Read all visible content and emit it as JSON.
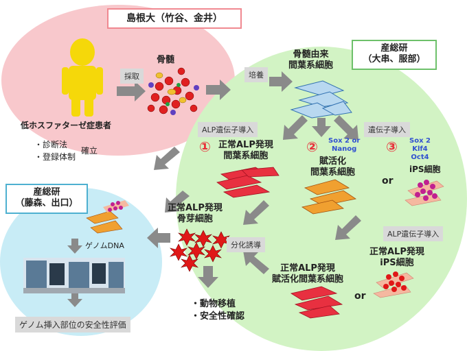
{
  "shimane": {
    "box_title": "島根大（竹谷、金井）",
    "patient": "低ホスファターゼ症患者",
    "bone_marrow": "骨髄",
    "collect": "採取",
    "diagnosis": "・診断法",
    "registry": "・登録体制",
    "establish": "確立"
  },
  "aist_main": {
    "box_title_line1": "産総研",
    "box_title_line2": "（大串、服部）",
    "culture": "培養",
    "msc_line1": "骨髄由来",
    "msc_line2": "間葉系細胞",
    "alp_gene_transfer": "ALP遺伝子導入",
    "gene_transfer": "遺伝子導入",
    "num1": "①",
    "num2": "②",
    "num3": "③",
    "normal_msc_line1": "正常ALP発現",
    "normal_msc_line2": "間葉系細胞",
    "sox_nanog_line1": "Sox 2 or",
    "sox_nanog_line2": "Nanog",
    "activated_line1": "賦活化",
    "activated_line2": "間葉系細胞",
    "or1": "or",
    "factors_line1": "Sox 2",
    "factors_line2": "Klf4",
    "factors_line3": "Oct4",
    "ips": "iPS細胞",
    "osteoblast_line1": "正常ALP発現",
    "osteoblast_line2": "骨芽細胞",
    "differentiation": "分化誘導",
    "alp_gene_transfer2": "ALP遺伝子導入",
    "normal_ips_line1": "正常ALP発現",
    "normal_ips_line2": "iPS細胞",
    "normal_activated_line1": "正常ALP発現",
    "normal_activated_line2": "賦活化間葉系細胞",
    "or2": "or",
    "animal": "・動物移植",
    "safety": "・安全性確認"
  },
  "aist_sub": {
    "box_title_line1": "産総研",
    "box_title_line2": "（藤森、出口）",
    "genome_dna": "ゲノムDNA",
    "evaluation": "ゲノム挿入部位の安全性評価"
  },
  "colors": {
    "pink_blob": "#f8c8cc",
    "green_blob": "#d2f3c4",
    "blue_blob": "#c8ecf6",
    "pink_border": "#f08890",
    "green_border": "#6dc06a",
    "blue_border": "#4db0d0",
    "arrow": "#8a8a8a",
    "patient_figure": "#f5d80a",
    "number_red": "#e8303a",
    "factor_blue": "#3050d0"
  }
}
